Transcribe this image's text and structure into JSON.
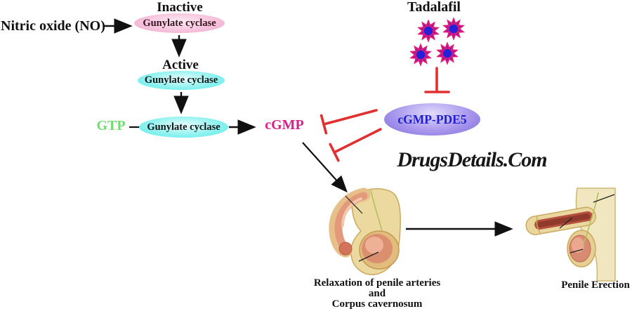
{
  "pathway": {
    "nitric_oxide_label": "Nitric oxide (NO)",
    "inactive_state_label": "Inactive",
    "inactive_enzyme_label": "Gunylate cyclase",
    "active_state_label": "Active",
    "active_enzyme_label": "Gunylate cyclase",
    "reaction_enzyme_label": "Gunylate cyclase",
    "gtp_label": "GTP",
    "cgmp_label": "cGMP"
  },
  "drug": {
    "name_label": "Tadalafil",
    "molecule_icon": "star-burst-molecule-icon",
    "molecule_count": 4
  },
  "enzyme_target": {
    "label": "cGMP-PDE5"
  },
  "watermark": {
    "text": "DrugsDetails.Com"
  },
  "outcomes": {
    "relaxation_caption_line1": "Relaxation of penile arteries",
    "relaxation_caption_line2": "and",
    "relaxation_caption_line3": "Corpus cavernosum",
    "erection_caption": "Penile Erection"
  },
  "colors": {
    "gtp_green": "#70dd70",
    "cgmp_magenta": "#d91f85",
    "pde5_text_blue": "#1e1ed2",
    "inhibition_red": "#e03030",
    "inactive_ellipse_pink": "#f3b3d6",
    "active_ellipse_cyan": "#6feeec",
    "pde5_ellipse_purple": "#8f7fe4",
    "arrow_black": "#111111"
  }
}
